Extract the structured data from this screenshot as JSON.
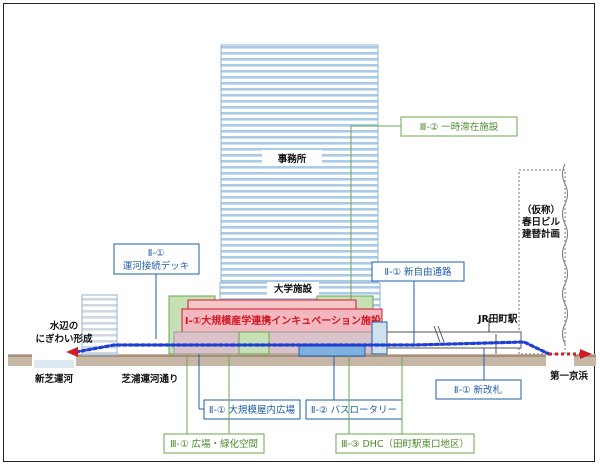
{
  "buildings": {
    "office": "事務所",
    "university": "大学施設",
    "annex_line1": "（仮称）",
    "annex_line2": "春日ビル",
    "annex_line3": "建替計画"
  },
  "places": {
    "waterfront_line1": "水辺の",
    "waterfront_line2": "にぎわい形成",
    "shin_shibaura": "新芝運河",
    "shibaura_street": "芝浦運河通り",
    "jr_station": "JR田町駅",
    "daiichi_keihin": "第一京浜"
  },
  "callouts": {
    "temporary_stay": "Ⅲ-② 一時滞在施設",
    "canal_deck_line1": "Ⅱ-①",
    "canal_deck_line2": "運河接続デッキ",
    "free_passage": "Ⅱ-① 新自由通路",
    "incubation": "Ⅰ-①大規模産学連携インキュベーション施設",
    "indoor_plaza": "Ⅱ-① 大規模屋内広場",
    "bus_rotary": "Ⅱ-② バスロータリー",
    "new_gate": "Ⅱ-① 新改札",
    "plaza_green": "Ⅲ-① 広場・緑化空間",
    "dhc": "Ⅲ-③ DHC（田町駅東口地区）"
  },
  "colors": {
    "blue": "#1f5da8",
    "green": "#6aa84f",
    "red": "#d01a28",
    "tower_stripe": "#9fc4e4"
  }
}
